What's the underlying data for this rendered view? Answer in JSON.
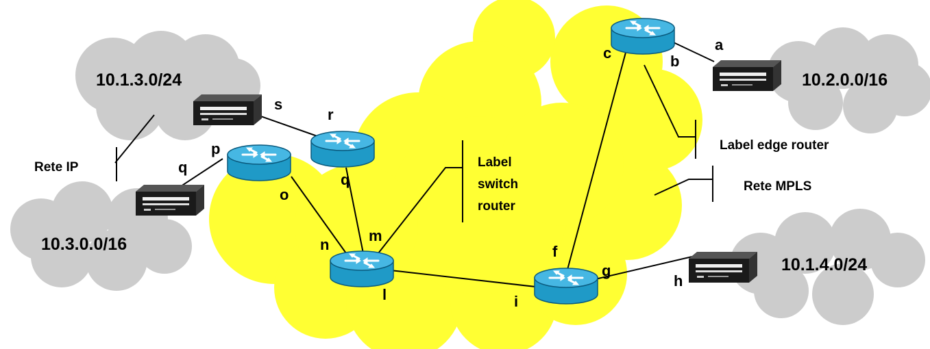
{
  "colors": {
    "mpls_cloud": "#ffff33",
    "ip_cloud": "#cccccc",
    "router_body": "#1f9ac7",
    "router_top": "#46b7e3",
    "router_edge": "#0a5a7e",
    "host_body": "#1a1a1a",
    "host_front": "#f0f0f0"
  },
  "networks": {
    "n1": "10.1.3.0/24",
    "n2": "10.2.0.0/16",
    "n3": "10.3.0.0/16",
    "n4": "10.1.4.0/24"
  },
  "interfaces": {
    "a": "a",
    "b": "b",
    "c": "c",
    "f": "f",
    "g": "g",
    "h": "h",
    "i": "i",
    "l": "l",
    "m": "m",
    "n": "n",
    "o": "o",
    "p": "p",
    "q1": "q",
    "q2": "q",
    "r": "r",
    "s": "s"
  },
  "annotations": {
    "rete_ip": "Rete IP",
    "lsr_line1": "Label",
    "lsr_line2": "switch",
    "lsr_line3": "router",
    "ler": "Label edge router",
    "rete_mpls": "Rete MPLS"
  }
}
